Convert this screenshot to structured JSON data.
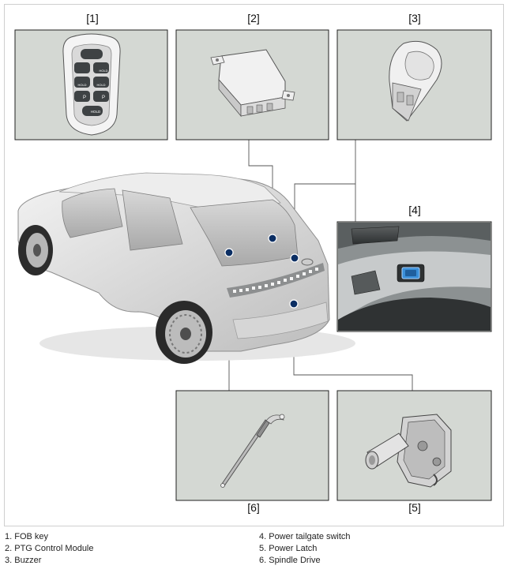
{
  "callouts": {
    "c1": "[1]",
    "c2": "[2]",
    "c3": "[3]",
    "c4": "[4]",
    "c5": "[5]",
    "c6": "[6]"
  },
  "fob": {
    "hold_top": "HOLD",
    "hold_left": "HOLD",
    "hold_right": "HOLD",
    "hold_bottom": "HOLD",
    "p_left": "P",
    "p_right": "P"
  },
  "legend": {
    "left": [
      "1. FOB key",
      "2. PTG Control Module",
      "3. Buzzer"
    ],
    "right": [
      "4. Power tailgate switch",
      "5. Power Latch",
      "6. Spindle Drive"
    ]
  },
  "colors": {
    "panel": "#d4d8d3",
    "dot": "#0b2e63",
    "switch": "#3a8fd9"
  }
}
